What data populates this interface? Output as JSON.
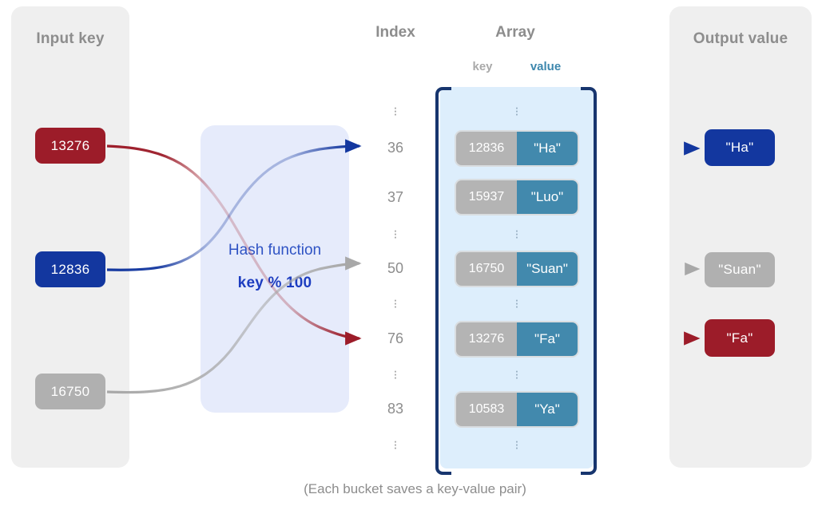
{
  "diagram": {
    "caption": "(Each bucket saves a key-value pair)"
  },
  "input_panel": {
    "title": "Input key",
    "keys": [
      {
        "value": "13276",
        "color": "#9c1c29",
        "style": "red"
      },
      {
        "value": "12836",
        "color": "#13379f",
        "style": "blue"
      },
      {
        "value": "16750",
        "color": "#b0b0b0",
        "style": "gray"
      }
    ]
  },
  "hash_function": {
    "label": "Hash function",
    "formula": "key % 100",
    "box_color": "#e6ebfb",
    "text_color": "#2f53c4"
  },
  "index_column": {
    "heading": "Index",
    "entries": [
      {
        "type": "dots"
      },
      {
        "type": "index",
        "value": "36"
      },
      {
        "type": "index",
        "value": "37"
      },
      {
        "type": "dots"
      },
      {
        "type": "index",
        "value": "50"
      },
      {
        "type": "dots"
      },
      {
        "type": "index",
        "value": "76"
      },
      {
        "type": "dots"
      },
      {
        "type": "index",
        "value": "83"
      },
      {
        "type": "dots"
      }
    ]
  },
  "array_column": {
    "heading": "Array",
    "sub_headings": {
      "key": "key",
      "value": "value"
    },
    "key_color": "#b4b4b4",
    "value_color": "#4289ad",
    "bracket_color": "#17356e",
    "background": "#ddeefc",
    "buckets": [
      {
        "index": "36",
        "key": "12836",
        "value": "\"Ha\""
      },
      {
        "index": "37",
        "key": "15937",
        "value": "\"Luo\""
      },
      {
        "index": "50",
        "key": "16750",
        "value": "\"Suan\""
      },
      {
        "index": "76",
        "key": "13276",
        "value": "\"Fa\""
      },
      {
        "index": "83",
        "key": "10583",
        "value": "\"Ya\""
      }
    ]
  },
  "output_panel": {
    "title": "Output value",
    "values": [
      {
        "value": "\"Ha\"",
        "color": "#13379f",
        "style": "blue"
      },
      {
        "value": "\"Suan\"",
        "color": "#b0b0b0",
        "style": "gray"
      },
      {
        "value": "\"Fa\"",
        "color": "#9c1c29",
        "style": "red"
      }
    ]
  },
  "mappings": [
    {
      "key": "13276",
      "index": "76",
      "value": "\"Fa\"",
      "color": "#9c1c29"
    },
    {
      "key": "12836",
      "index": "36",
      "value": "\"Ha\"",
      "color": "#13379f"
    },
    {
      "key": "16750",
      "index": "50",
      "value": "\"Suan\"",
      "color": "#b0b0b0"
    }
  ]
}
